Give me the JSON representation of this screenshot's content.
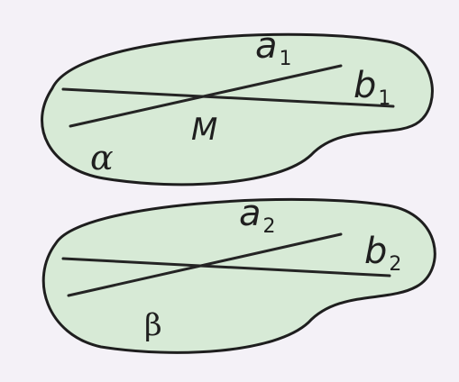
{
  "diagram": {
    "top_plane": {
      "name": "α",
      "lines": [
        {
          "letter": "a",
          "index": "1"
        },
        {
          "letter": "b",
          "index": "1"
        }
      ],
      "intersection_point": "M"
    },
    "bottom_plane": {
      "name": "β",
      "lines": [
        {
          "letter": "a",
          "index": "2"
        },
        {
          "letter": "b",
          "index": "2"
        }
      ]
    }
  }
}
